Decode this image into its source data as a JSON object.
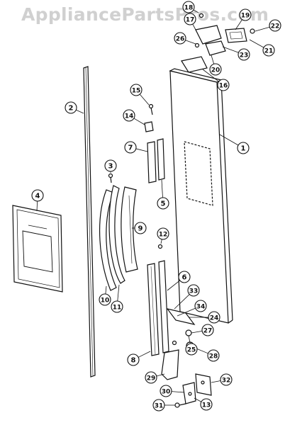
{
  "watermark": "AppliancePartsPros.com",
  "callouts": [
    "1",
    "2",
    "3",
    "4",
    "5",
    "6",
    "7",
    "8",
    "9",
    "10",
    "11",
    "12",
    "13",
    "14",
    "15",
    "16",
    "17",
    "18",
    "19",
    "20",
    "21",
    "22",
    "23",
    "24",
    "25",
    "26",
    "27",
    "28",
    "29",
    "30",
    "31",
    "32",
    "33",
    "34"
  ]
}
